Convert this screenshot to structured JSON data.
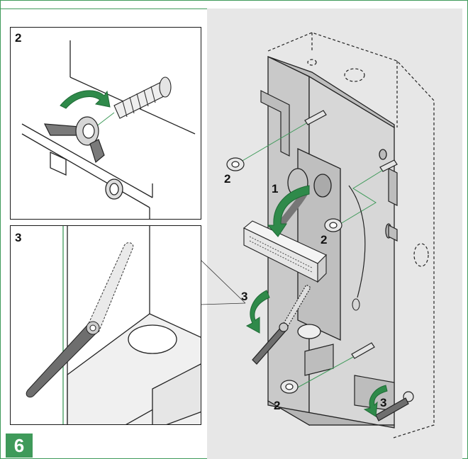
{
  "step": {
    "number": "6"
  },
  "detail_2": {
    "label": "2"
  },
  "detail_3": {
    "label": "3"
  },
  "callouts": {
    "c1": "1",
    "c2_left": "2",
    "c2_right": "2",
    "c3_main": "3",
    "c2_bottom": "2",
    "c3_bottom": "3"
  },
  "colors": {
    "accent": "#3f9a5a",
    "panel": "#e7e7e7",
    "arrow_green": "#2f8a4a"
  }
}
